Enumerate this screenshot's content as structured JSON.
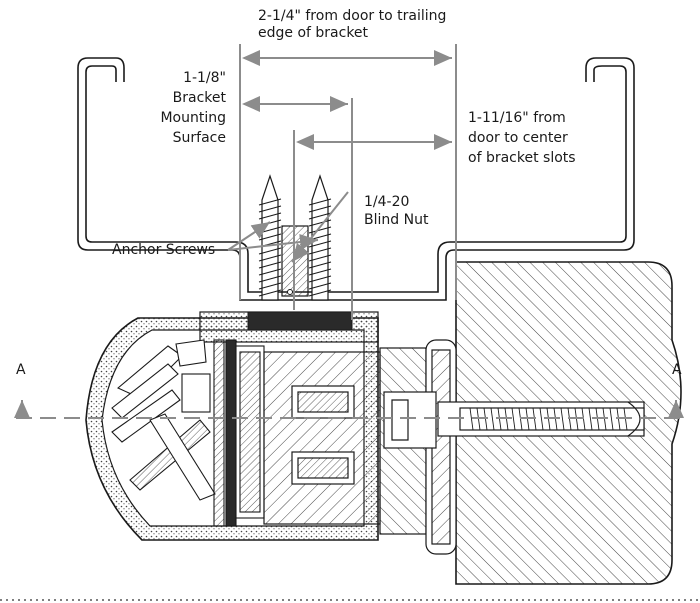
{
  "labels": {
    "trailing_edge_line1": "2-1/4\" from door to trailing",
    "trailing_edge_line2": "edge of bracket",
    "mount_line1": "1-1/8\"",
    "mount_line2": "Bracket",
    "mount_line3": "Mounting",
    "mount_line4": "Surface",
    "slots_line1": "1-11/16\" from",
    "slots_line2": "door to center",
    "slots_line3": "of bracket slots",
    "blind_nut_line1": "1/4-20",
    "blind_nut_line2": "Blind Nut",
    "anchor_screws": "Anchor Screws",
    "section_left": "A",
    "section_right": "A"
  },
  "colors": {
    "line": "#1a1a1a",
    "dimension": "#8c8c8c",
    "hatch": "#333333"
  }
}
